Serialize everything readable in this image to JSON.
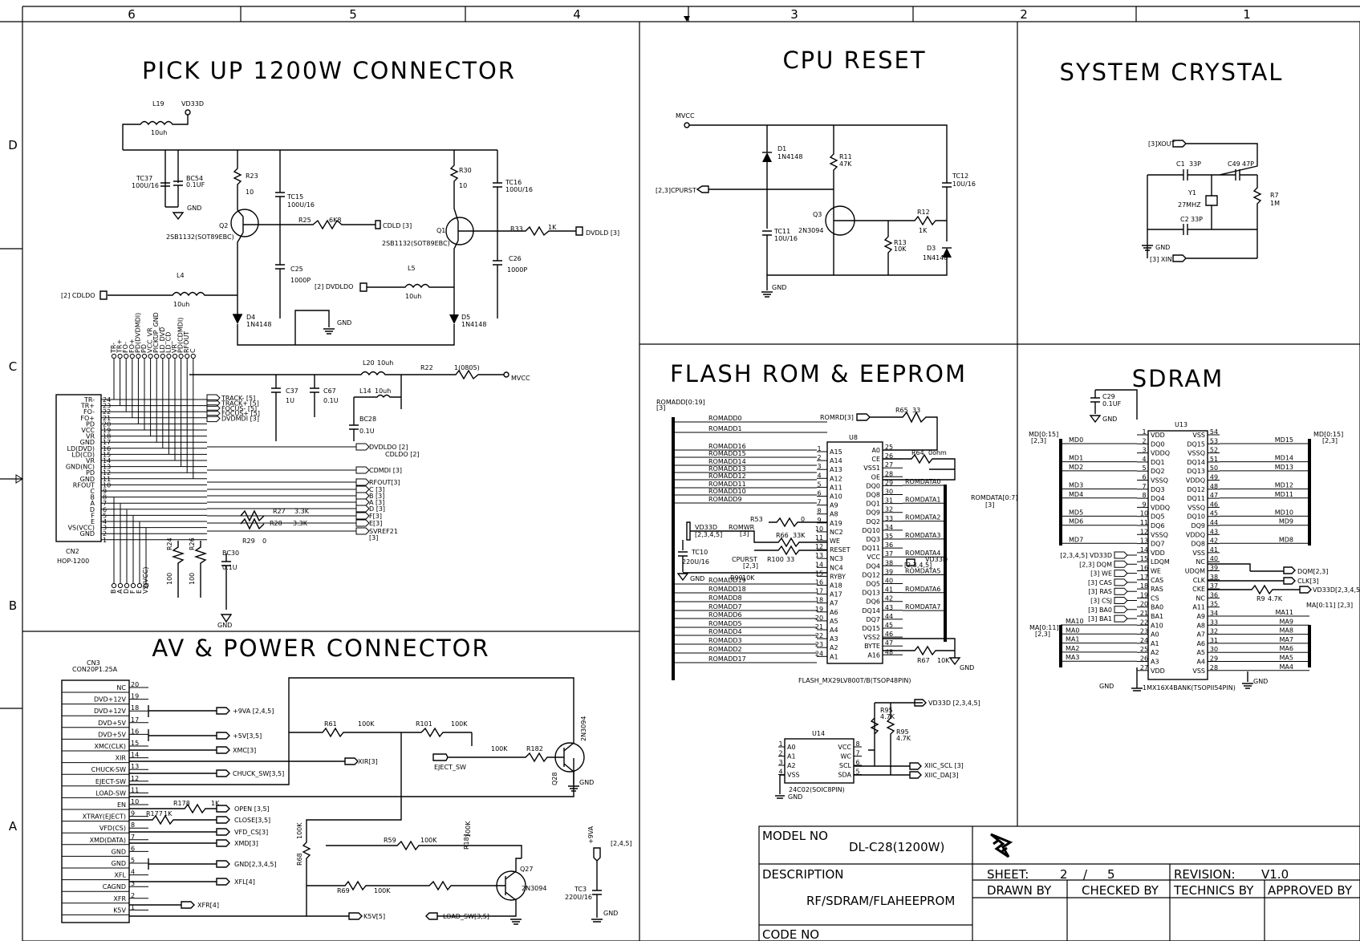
{
  "border": {
    "columns": [
      "6",
      "5",
      "4",
      "3",
      "2",
      "1"
    ],
    "rows": [
      "D",
      "C",
      "B",
      "A"
    ]
  },
  "sections": {
    "pickup": "PICK UP 1200W CONNECTOR",
    "cpu_reset": "CPU RESET",
    "crystal": "SYSTEM CRYSTAL",
    "flash": "FLASH ROM & EEPROM",
    "sdram": "SDRAM",
    "av": "AV & POWER CONNECTOR"
  },
  "pickup": {
    "L19": "L19",
    "L19v": "10uh",
    "VD33D": "VD33D",
    "TC37": "TC37",
    "TC37v": "100U/16",
    "BC54": "BC54",
    "BC54v": "0.1UF",
    "GND": "GND",
    "R23": "R23",
    "R23v": "10",
    "TC15": "TC15",
    "TC15v": "100U/16",
    "Q2": "Q2",
    "Q2p": "2SB1132(SOT89EBC)",
    "R25": "R25",
    "R25v": "6K8",
    "CDLD": "CDLD [3]",
    "C25": "C25",
    "C25v": "1000P",
    "R30": "R30",
    "R30v": "10",
    "TC16": "TC16",
    "TC16v": "100U/16",
    "Q1": "Q1",
    "Q1p": "2SB1132(SOT89EBC)",
    "R33": "R33",
    "R33v": "1K",
    "DVDLD": "DVDLD [3]",
    "C26": "C26",
    "C26v": "1000P",
    "L4": "L4",
    "L4v": "10uh",
    "CDLDO": "[2] CDLDO",
    "L5": "L5",
    "L5v": "10uh",
    "DVDLDO": "[2] DVDLDO",
    "D4": "D4",
    "D4v": "1N4148",
    "D5": "D5",
    "D5v": "1N4148",
    "L20": "L20",
    "L20v": "10uh",
    "L14": "L14",
    "L14v": "10uh",
    "R22": "R22",
    "R22v": "1(0805)",
    "MVCC": "MVCC",
    "C37": "C37",
    "C37v": "1U",
    "C67": "C67",
    "C67v": "0.1U",
    "BC28": "BC28",
    "BC28v": "0.1U",
    "BC30": "BC30",
    "BC30v": "0.1U",
    "CN2": "CN2",
    "CN2p": "HOP-1200",
    "pins": [
      {
        "n": "24",
        "s": "TR-"
      },
      {
        "n": "23",
        "s": "TR+"
      },
      {
        "n": "22",
        "s": "FO-"
      },
      {
        "n": "21",
        "s": "FO+"
      },
      {
        "n": "20",
        "s": "PD"
      },
      {
        "n": "19",
        "s": "VCC"
      },
      {
        "n": "18",
        "s": "VR"
      },
      {
        "n": "17",
        "s": "GND"
      },
      {
        "n": "16",
        "s": "LD(DVD)"
      },
      {
        "n": "15",
        "s": "LD(CD)"
      },
      {
        "n": "14",
        "s": "VR"
      },
      {
        "n": "13",
        "s": "GND(NC)"
      },
      {
        "n": "12",
        "s": "PD"
      },
      {
        "n": "11",
        "s": "GND"
      },
      {
        "n": "10",
        "s": "RFOUT"
      },
      {
        "n": "9",
        "s": "C"
      },
      {
        "n": "8",
        "s": "B"
      },
      {
        "n": "7",
        "s": "A"
      },
      {
        "n": "6",
        "s": "D"
      },
      {
        "n": "5",
        "s": "F"
      },
      {
        "n": "4",
        "s": "E"
      },
      {
        "n": "3",
        "s": "VS(VCC)"
      },
      {
        "n": "2",
        "s": "GND"
      },
      {
        "n": "1",
        "s": ""
      }
    ],
    "ports": [
      "TRACK- [5]",
      "TRACK+ [5]",
      "FOCUS- [5]",
      "FOCUS+ [5]",
      "DVDMDI [3]"
    ],
    "ports2": [
      "DVDLDO [2]",
      "CDLDO [2]",
      "CDMDI [3]",
      "RFOUT[3]",
      "C [3]",
      "B [3]",
      "A [3]",
      "D [3]",
      "F[3]",
      "E[3]",
      "SVREF21",
      "[3]"
    ],
    "R27": "R27",
    "R27v": "3.3K",
    "R28": "R28",
    "R28v": "3.3K",
    "R29": "R29",
    "R29v": "0",
    "R24": "R24",
    "R24v": "100",
    "R26": "R26",
    "R26v": "100",
    "topPins": [
      "TR-",
      "TR+",
      "FO-",
      "FO+",
      "PD(DVDMDI)",
      "PD",
      "VCC_VR",
      "PICKUP_GND",
      "LD_DVD",
      "LD_CD",
      "VR",
      "PD(CDMDI)",
      "RFOUT",
      "C"
    ],
    "botPins": [
      "B",
      "A",
      "D",
      "F",
      "E",
      "VS(VCC)"
    ]
  },
  "cpu": {
    "MVCC": "MVCC",
    "CPURST": "[2,3]CPURST",
    "D1": "D1",
    "D1v": "1N4148",
    "R11": "R11",
    "R11v": "47K",
    "TC12": "TC12",
    "TC12v": "10U/16",
    "Q3": "Q3",
    "Q3p": "2N3094",
    "R12": "R12",
    "R12v": "1K",
    "TC11": "TC11",
    "TC11v": "10U/16",
    "R13": "R13",
    "R13v": "10K",
    "D3": "D3",
    "D3v": "1N4148",
    "GND": "GND"
  },
  "crystal": {
    "XOUT": "[3]XOUT",
    "XIN": "[3] XIN",
    "C1": "C1",
    "C1v": "33P",
    "C49": "C49",
    "C49v": "47P",
    "Y1": "Y1",
    "Y1v": "27MHZ",
    "R7": "R7",
    "R7v": "1M",
    "C2": "C2",
    "C2v": "33P",
    "GND": "GND"
  },
  "flash": {
    "bus": "ROMADD[0:19]",
    "bus2": "[3]",
    "addr": [
      "ROMADD0",
      "ROMADD1",
      "ROMADD16",
      "ROMADD15",
      "ROMADD14",
      "ROMADD13",
      "ROMADD12",
      "ROMADD11",
      "ROMADD10",
      "ROMADD9"
    ],
    "addr2": [
      "ROMADD19",
      "ROMADD18",
      "ROMADD8",
      "ROMADD7",
      "ROMADD6",
      "ROMADD5",
      "ROMADD4",
      "ROMADD3",
      "ROMADD2",
      "ROMADD17"
    ],
    "leftPins": [
      {
        "n": "1",
        "s": "A15"
      },
      {
        "n": "2",
        "s": "A14"
      },
      {
        "n": "3",
        "s": "A13"
      },
      {
        "n": "4",
        "s": "A12"
      },
      {
        "n": "5",
        "s": "A11"
      },
      {
        "n": "6",
        "s": "A10"
      },
      {
        "n": "7",
        "s": "A9"
      },
      {
        "n": "8",
        "s": "A8"
      },
      {
        "n": "9",
        "s": "A19"
      },
      {
        "n": "10",
        "s": "NC2"
      },
      {
        "n": "11",
        "s": "WE"
      },
      {
        "n": "12",
        "s": "RESET"
      },
      {
        "n": "13",
        "s": "NC3"
      },
      {
        "n": "14",
        "s": "NC4"
      },
      {
        "n": "15",
        "s": "RYBY"
      },
      {
        "n": "16",
        "s": "A18"
      },
      {
        "n": "17",
        "s": "A17"
      },
      {
        "n": "18",
        "s": "A7"
      },
      {
        "n": "19",
        "s": "A6"
      },
      {
        "n": "20",
        "s": "A5"
      },
      {
        "n": "21",
        "s": "A4"
      },
      {
        "n": "22",
        "s": "A3"
      },
      {
        "n": "23",
        "s": "A2"
      },
      {
        "n": "24",
        "s": "A1"
      }
    ],
    "rightPins": [
      {
        "n": "25",
        "s": "A0"
      },
      {
        "n": "26",
        "s": "CE"
      },
      {
        "n": "27",
        "s": "VSS1"
      },
      {
        "n": "28",
        "s": "OE"
      },
      {
        "n": "29",
        "s": "DQ0"
      },
      {
        "n": "30",
        "s": "DQ8"
      },
      {
        "n": "31",
        "s": "DQ1"
      },
      {
        "n": "32",
        "s": "DQ9"
      },
      {
        "n": "33",
        "s": "DQ2"
      },
      {
        "n": "34",
        "s": "DQ10"
      },
      {
        "n": "35",
        "s": "DQ3"
      },
      {
        "n": "36",
        "s": "DQ11"
      },
      {
        "n": "37",
        "s": "VCC"
      },
      {
        "n": "38",
        "s": "DQ4"
      },
      {
        "n": "39",
        "s": "DQ12"
      },
      {
        "n": "40",
        "s": "DQ5"
      },
      {
        "n": "41",
        "s": "DQ13"
      },
      {
        "n": "42",
        "s": "DQ6"
      },
      {
        "n": "43",
        "s": "DQ14"
      },
      {
        "n": "44",
        "s": "DQ7"
      },
      {
        "n": "45",
        "s": "DQ15"
      },
      {
        "n": "46",
        "s": "VSS2"
      },
      {
        "n": "47",
        "s": "BYTE"
      },
      {
        "n": "48",
        "s": "A16"
      }
    ],
    "data": [
      "ROMDATA0",
      "ROMDATA1",
      "ROMDATA2",
      "ROMDATA3",
      "ROMDATA4",
      "ROMDATA5",
      "ROMDATA6",
      "ROMDATA7"
    ],
    "dbus": "ROMDATA[0:7]",
    "dbus2": "[3]",
    "U8": "U8",
    "part": "FLASH_MX29LV800T/B(TSOP48PIN)",
    "ROMRD": "ROMRD[3]",
    "R65": "R65",
    "R65v": "33",
    "R64": "R64",
    "R64v": "0ohm",
    "R67": "R67",
    "R67v": "10K",
    "GND": "GND",
    "R53": "R53",
    "R53v": "0",
    "ROMWR": "ROMWR",
    "ROMWRr": "[3]",
    "R66": "R66",
    "R66v": "33K",
    "VD33D": "VD33D",
    "VD33Dr": "[2,3,4,5]",
    "CPURST": "CPURST",
    "CPURSTr": "[2,3]",
    "R100": "R100",
    "R100v": "33",
    "TC10": "TC10",
    "TC10v": "220U/16",
    "R99": "R99",
    "R99v": "10K",
    "VD33Dr2": "VD33D",
    "VD33Dr2r": "[2,3,4,5]",
    "U14": "U14",
    "U14p": "24C02(SOIC8PIN)",
    "u14L": [
      {
        "n": "1",
        "s": "A0"
      },
      {
        "n": "2",
        "s": "A1"
      },
      {
        "n": "3",
        "s": "A2"
      },
      {
        "n": "4",
        "s": "VSS"
      }
    ],
    "u14R": [
      {
        "n": "8",
        "s": "VCC"
      },
      {
        "n": "7",
        "s": "WC"
      },
      {
        "n": "6",
        "s": "SCL"
      },
      {
        "n": "5",
        "s": "SDA"
      }
    ],
    "R95a": "R95",
    "R95av": "4.7K",
    "R95b": "R95",
    "R95bv": "4.7K",
    "VD33Dtop": "VD33D [2,3,4,5]",
    "SCL": "XIIC_SCL [3]",
    "SDA": "XIIC_DA[3]"
  },
  "sdram": {
    "C29": "C29",
    "C29v": "0.1UF",
    "GND": "GND",
    "MDL": "MD[0:15]",
    "MDLr": "[2,3]",
    "MDR": "MD[0:15]",
    "MDRr": "[2,3]",
    "U13": "U13",
    "part": "1MX16X4BANK(TSOPII54PIN)",
    "leftPins": [
      {
        "n": "1",
        "s": "VDD"
      },
      {
        "n": "2",
        "s": "DQ0"
      },
      {
        "n": "3",
        "s": "VDDQ"
      },
      {
        "n": "4",
        "s": "DQ1"
      },
      {
        "n": "5",
        "s": "DQ2"
      },
      {
        "n": "6",
        "s": "VSSQ"
      },
      {
        "n": "7",
        "s": "DQ3"
      },
      {
        "n": "8",
        "s": "DQ4"
      },
      {
        "n": "9",
        "s": "VDDQ"
      },
      {
        "n": "10",
        "s": "DQ5"
      },
      {
        "n": "11",
        "s": "DQ6"
      },
      {
        "n": "12",
        "s": "VSSQ"
      },
      {
        "n": "13",
        "s": "DQ7"
      },
      {
        "n": "14",
        "s": "VDD"
      },
      {
        "n": "15",
        "s": "LDQM"
      },
      {
        "n": "16",
        "s": "WE"
      },
      {
        "n": "17",
        "s": "CAS"
      },
      {
        "n": "18",
        "s": "RAS"
      },
      {
        "n": "19",
        "s": "CS"
      },
      {
        "n": "20",
        "s": "BA0"
      },
      {
        "n": "21",
        "s": "BA1"
      },
      {
        "n": "22",
        "s": "A10"
      },
      {
        "n": "23",
        "s": "A0"
      },
      {
        "n": "24",
        "s": "A1"
      },
      {
        "n": "25",
        "s": "A2"
      },
      {
        "n": "26",
        "s": "A3"
      },
      {
        "n": "27",
        "s": "VDD"
      }
    ],
    "rightPins": [
      {
        "n": "54",
        "s": "VSS"
      },
      {
        "n": "53",
        "s": "DQ15"
      },
      {
        "n": "52",
        "s": "VSSQ"
      },
      {
        "n": "51",
        "s": "DQ14"
      },
      {
        "n": "50",
        "s": "DQ13"
      },
      {
        "n": "49",
        "s": "VDDQ"
      },
      {
        "n": "48",
        "s": "DQ12"
      },
      {
        "n": "47",
        "s": "DQ11"
      },
      {
        "n": "46",
        "s": "VSSQ"
      },
      {
        "n": "45",
        "s": "DQ10"
      },
      {
        "n": "44",
        "s": "DQ9"
      },
      {
        "n": "43",
        "s": "VDDQ"
      },
      {
        "n": "42",
        "s": "DQ8"
      },
      {
        "n": "41",
        "s": "VSS"
      },
      {
        "n": "40",
        "s": "NC"
      },
      {
        "n": "39",
        "s": "UDQM"
      },
      {
        "n": "38",
        "s": "CLK"
      },
      {
        "n": "37",
        "s": "CKE"
      },
      {
        "n": "36",
        "s": "NC"
      },
      {
        "n": "35",
        "s": "A11"
      },
      {
        "n": "34",
        "s": "A9"
      },
      {
        "n": "33",
        "s": "A8"
      },
      {
        "n": "32",
        "s": "A7"
      },
      {
        "n": "31",
        "s": "A6"
      },
      {
        "n": "30",
        "s": "A5"
      },
      {
        "n": "29",
        "s": "A4"
      },
      {
        "n": "28",
        "s": "VSS"
      }
    ],
    "mdL": [
      "MD0",
      "",
      "MD1",
      "MD2",
      "",
      "MD3",
      "MD4",
      "",
      "MD5",
      "MD6",
      "",
      "MD7"
    ],
    "mdR": [
      "MD15",
      "",
      "MD14",
      "MD13",
      "",
      "MD12",
      "MD11",
      "",
      "MD10",
      "MD9",
      "",
      "MD8"
    ],
    "ctlL": [
      "[2,3,4,5] VD33D",
      "[2,3] DQM",
      "[3] WE",
      "[3] CAS",
      "[3] RAS",
      "[3] CSJ",
      "[3] BA0",
      "[3] BA1"
    ],
    "maL": "MA[0:11]",
    "maLr": "[2,3]",
    "maLlines": [
      "MA10",
      "MA0",
      "MA1",
      "MA2",
      "MA3"
    ],
    "maR": "MA[0:11] [2,3]",
    "maRlines": [
      "MA11",
      "MA9",
      "MA8",
      "MA7",
      "MA6",
      "MA5",
      "MA4"
    ],
    "DQM": "DQM[2,3]",
    "CLK": "CLK[3]",
    "VD33D": "VD33D[2,3,4,5]",
    "R9": "R9",
    "R9v": "4.7K"
  },
  "av": {
    "CN3": "CN3",
    "CN3p": "CON20P1.25A",
    "pins": [
      {
        "n": "20",
        "s": "NC"
      },
      {
        "n": "19",
        "s": "DVD+12V"
      },
      {
        "n": "18",
        "s": "DVD+12V"
      },
      {
        "n": "17",
        "s": "DVD+5V"
      },
      {
        "n": "16",
        "s": "DVD+5V"
      },
      {
        "n": "15",
        "s": "XMC(CLK)"
      },
      {
        "n": "14",
        "s": "XIR"
      },
      {
        "n": "13",
        "s": "CHUCK-SW"
      },
      {
        "n": "12",
        "s": "EJECT-SW"
      },
      {
        "n": "11",
        "s": "LOAD-SW"
      },
      {
        "n": "10",
        "s": "EN"
      },
      {
        "n": "9",
        "s": "XTRAY(EJECT)"
      },
      {
        "n": "8",
        "s": "VFD(CS)"
      },
      {
        "n": "7",
        "s": "XMD(DATA)"
      },
      {
        "n": "6",
        "s": "GND"
      },
      {
        "n": "5",
        "s": "GND"
      },
      {
        "n": "4",
        "s": "XFL"
      },
      {
        "n": "3",
        "s": "CAGND"
      },
      {
        "n": "2",
        "s": "XFR"
      },
      {
        "n": "1",
        "s": "K5V"
      }
    ],
    "p9VA": "+9VA [2,4,5]",
    "p5V": "+5V[3,5]",
    "XMC": "XMC[3]",
    "XIR": "XIR[3]",
    "CHUCK": "CHUCK_SW[3,5]",
    "OPEN": "OPEN [3,5]",
    "CLOSE": "CLOSE[3,5]",
    "VFD": "VFD_CS[3]",
    "XMD": "XMD[3]",
    "GND245": "GND[2,3,4,5]",
    "XFL": "XFL[4]",
    "XFR": "XFR[4]",
    "K5V": "K5V[5]",
    "LOAD": "LOAD_SW[3,5]",
    "EJECT": "EJECT_SW",
    "R61": "R61",
    "R61v": "100K",
    "R101": "R101",
    "R101v": "100K",
    "R182": "R182",
    "R182v": "100K",
    "Q28": "Q28",
    "Q28p": "2N3094",
    "R178": "R178",
    "R178v": "1K",
    "R177": "R177",
    "R177v": "1K",
    "R59": "R59",
    "R59v": "100K",
    "R68": "R68",
    "R68v": "100K",
    "R69": "R69",
    "R69v": "100K",
    "R181": "R181",
    "R181v": "100K",
    "Q27": "Q27",
    "Q27p": "2N3094",
    "TC3": "TC3",
    "TC3v": "220U/16",
    "p9VAr": "+9VA",
    "p9VArr": "[2,4,5]",
    "GND": "GND"
  },
  "title_block": {
    "model_label": "MODEL NO",
    "model": "DL-C28(1200W)",
    "desc_label": "DESCRIPTION",
    "desc": "RF/SDRAM/FLAHEEPROM",
    "code_label": "CODE NO",
    "sheet_label": "SHEET:",
    "sheet": "2",
    "sheet_sep": "/",
    "sheet_total": "5",
    "revision_label": "REVISION:",
    "revision": "V1.0",
    "drawn": "DRAWN BY",
    "checked": "CHECKED BY",
    "technics": "TECHNICS BY",
    "approved": "APPROVED BY"
  }
}
